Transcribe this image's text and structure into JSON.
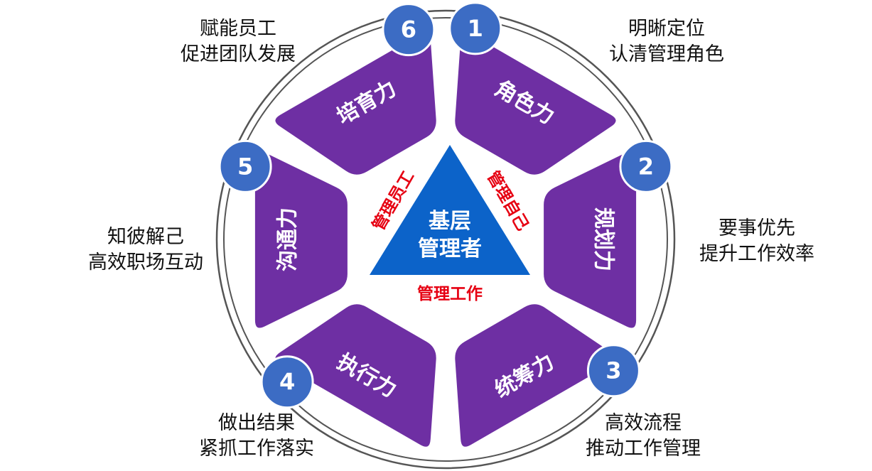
{
  "colors": {
    "segment_fill": "#6e2fa3",
    "segment_stroke": "#ffffff",
    "badge_fill": "#3c6cc4",
    "badge_stroke": "#ffffff",
    "triangle_fill": "#0c63c9",
    "accent_text": "#e60012",
    "ring": "#555555"
  },
  "center": {
    "line1": "基层",
    "line2": "管理者"
  },
  "triangle_labels": {
    "left": "管理员工",
    "right": "管理自己",
    "bottom": "管理工作"
  },
  "segments": [
    {
      "number": "1",
      "label": "角色力",
      "note": [
        "明晰定位",
        "认清管理角色"
      ]
    },
    {
      "number": "2",
      "label": "规划力",
      "note": [
        "要事优先",
        "提升工作效率"
      ]
    },
    {
      "number": "3",
      "label": "统筹力",
      "note": [
        "高效流程",
        "推动工作管理"
      ]
    },
    {
      "number": "4",
      "label": "执行力",
      "note": [
        "做出结果",
        "紧抓工作落实"
      ]
    },
    {
      "number": "5",
      "label": "沟通力",
      "note": [
        "知彼解己",
        "高效职场互动"
      ]
    },
    {
      "number": "6",
      "label": "培育力",
      "note": [
        "赋能员工",
        "促进团队发展"
      ]
    }
  ]
}
